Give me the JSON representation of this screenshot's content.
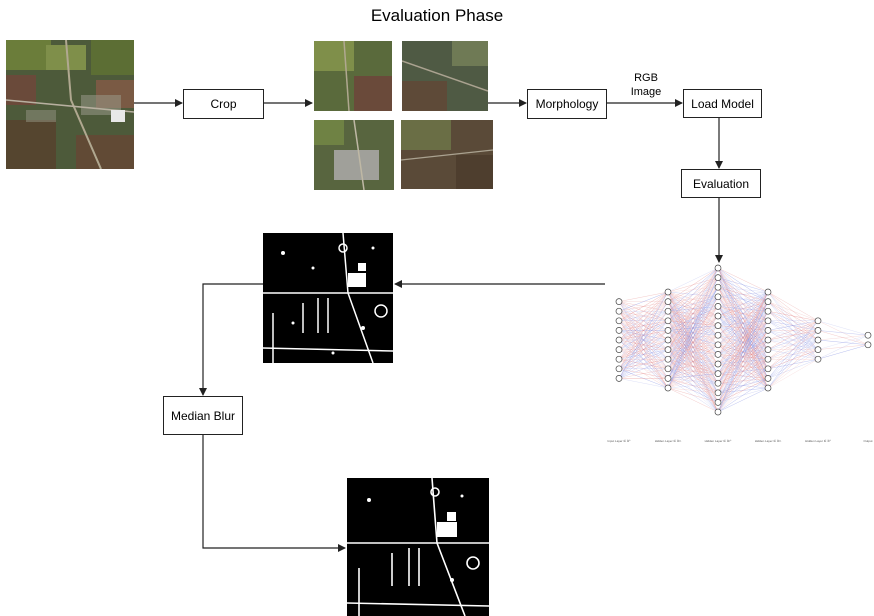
{
  "title": "Evaluation Phase",
  "nodes": {
    "crop": "Crop",
    "morphology": "Morphology",
    "load_model": "Load Model",
    "evaluation": "Evaluation",
    "median_blur": "Median Blur"
  },
  "edge_labels": {
    "rgb_image": [
      "RGB",
      "Image"
    ]
  },
  "network": {
    "layer_sizes": [
      9,
      11,
      16,
      11,
      5,
      2
    ],
    "layer_labels": [
      "Input Layer ∈ ℝ⁹",
      "Hidden Layer ∈ ℝ¹¹",
      "Hidden Layer ∈ ℝ¹⁶",
      "Hidden Layer ∈ ℝ¹¹",
      "Hidden Layer ∈ ℝ⁵",
      "Output"
    ]
  },
  "colors": {
    "edge_red": "#e07a7a",
    "edge_blue": "#7a86e0",
    "arrow": "#222222"
  }
}
